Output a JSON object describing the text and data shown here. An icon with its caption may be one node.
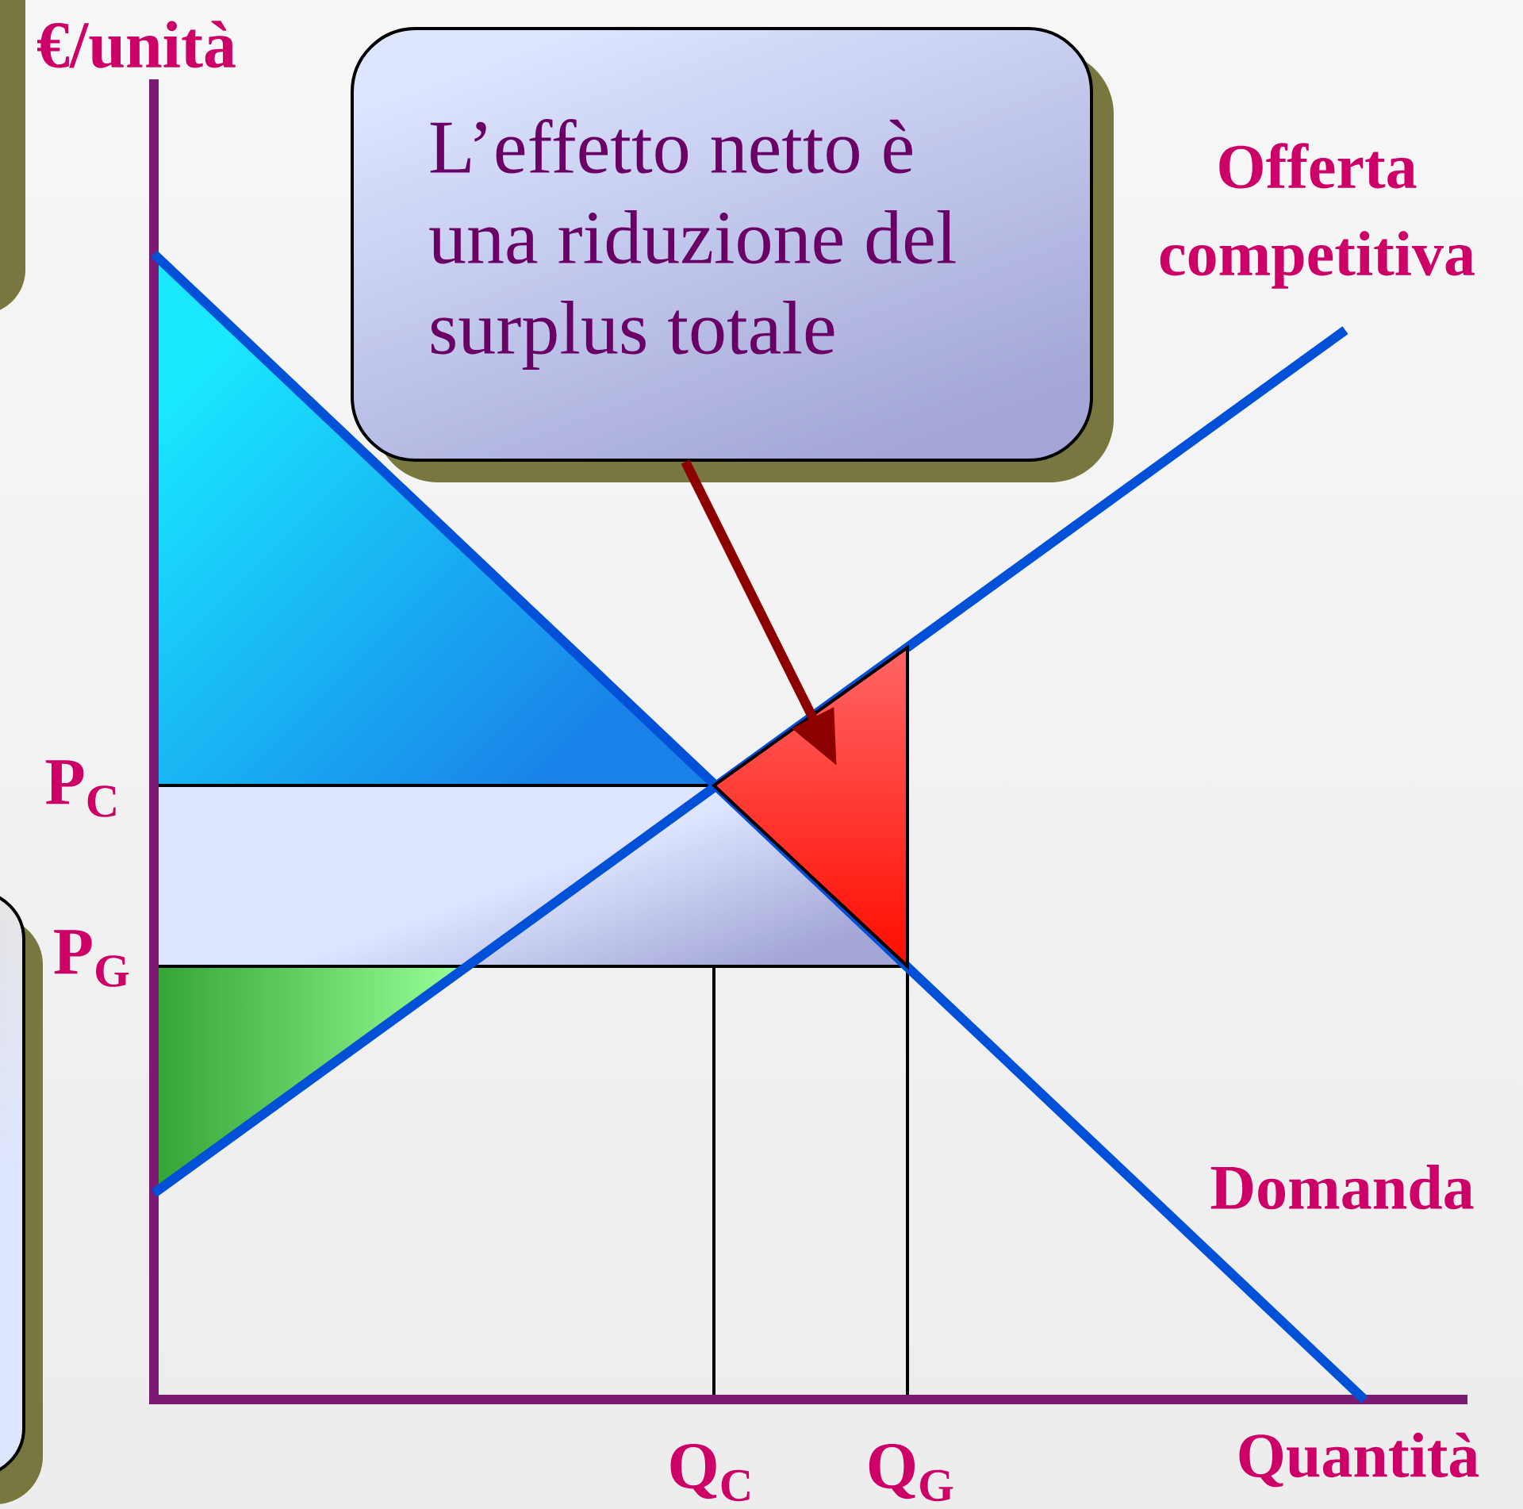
{
  "diagram": {
    "nodes": [
      {
        "text": [
          "L’effetto netto è una riduzione del surplus totale"
        ]
      },
      {
        "text": [],
        "shape": "triangle"
      }
    ],
    "edges": [
      {
        "from": 0,
        "to": 1,
        "arrow": "to"
      }
    ],
    "labels": [
      "€/unità",
      "Offerta competitiva",
      "P$_{C}$",
      "P$_{G}$",
      "Domanda",
      "Q$_{C}$",
      "Q$_{G}$",
      "Quantità"
    ]
  }
}
